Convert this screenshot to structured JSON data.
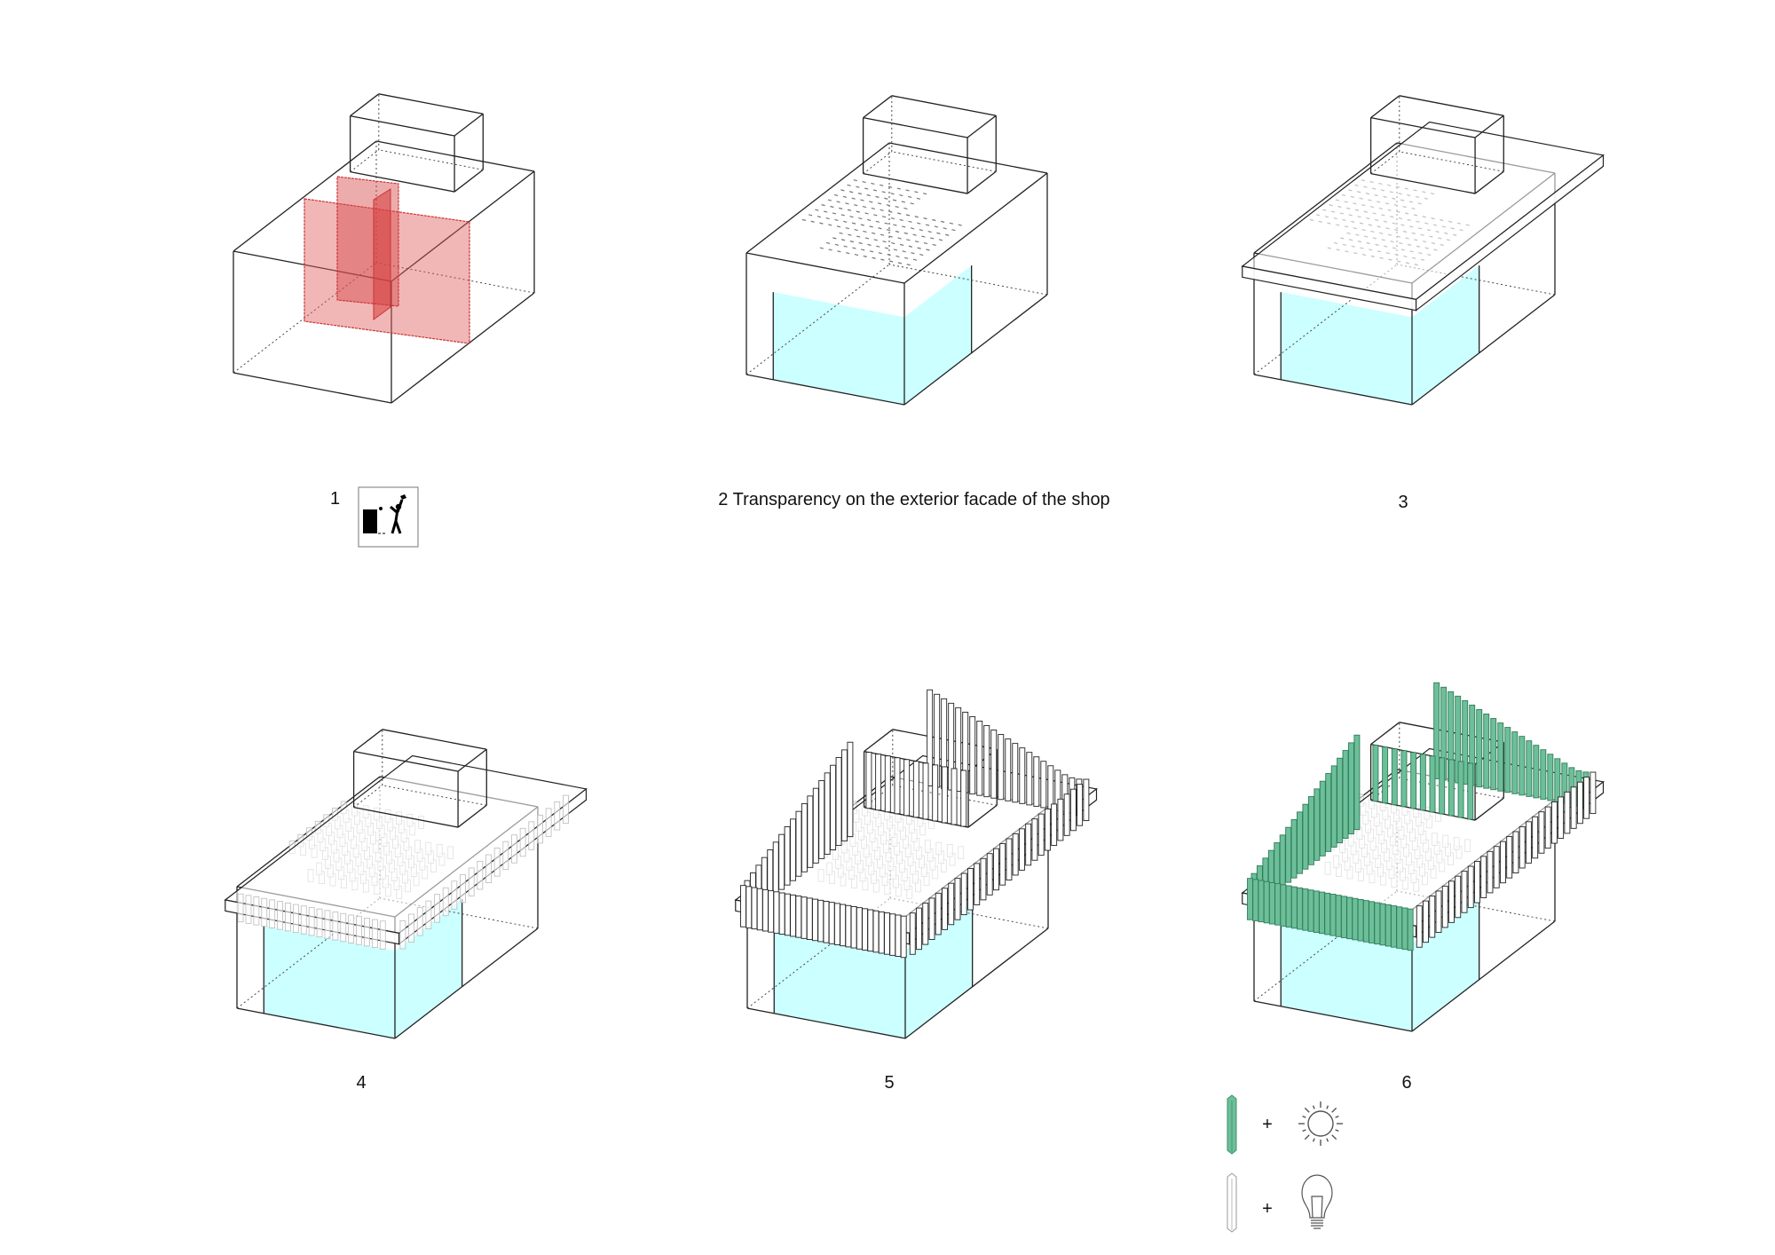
{
  "panels": [
    {
      "label": "1",
      "step": "demolition"
    },
    {
      "label": "2 Transparency on the exterior facade of the shop",
      "step": "transparency"
    },
    {
      "label": "3",
      "step": "roof-slab"
    },
    {
      "label": "4",
      "step": "rod-field"
    },
    {
      "label": "5",
      "step": "rod-envelope"
    },
    {
      "label": "6",
      "step": "green-rods"
    }
  ],
  "legend": {
    "items": [
      {
        "rod": "green-glass-rod",
        "plus": "+",
        "icon": "sun-icon"
      },
      {
        "rod": "clear-glass-rod",
        "plus": "+",
        "icon": "light-bulb-icon"
      }
    ]
  },
  "colors": {
    "line": "#222222",
    "glass": "#ccffff",
    "demolition": "#e06060",
    "green_rod": "#6dbf99",
    "green_rod_stroke": "#2f7d5a"
  }
}
